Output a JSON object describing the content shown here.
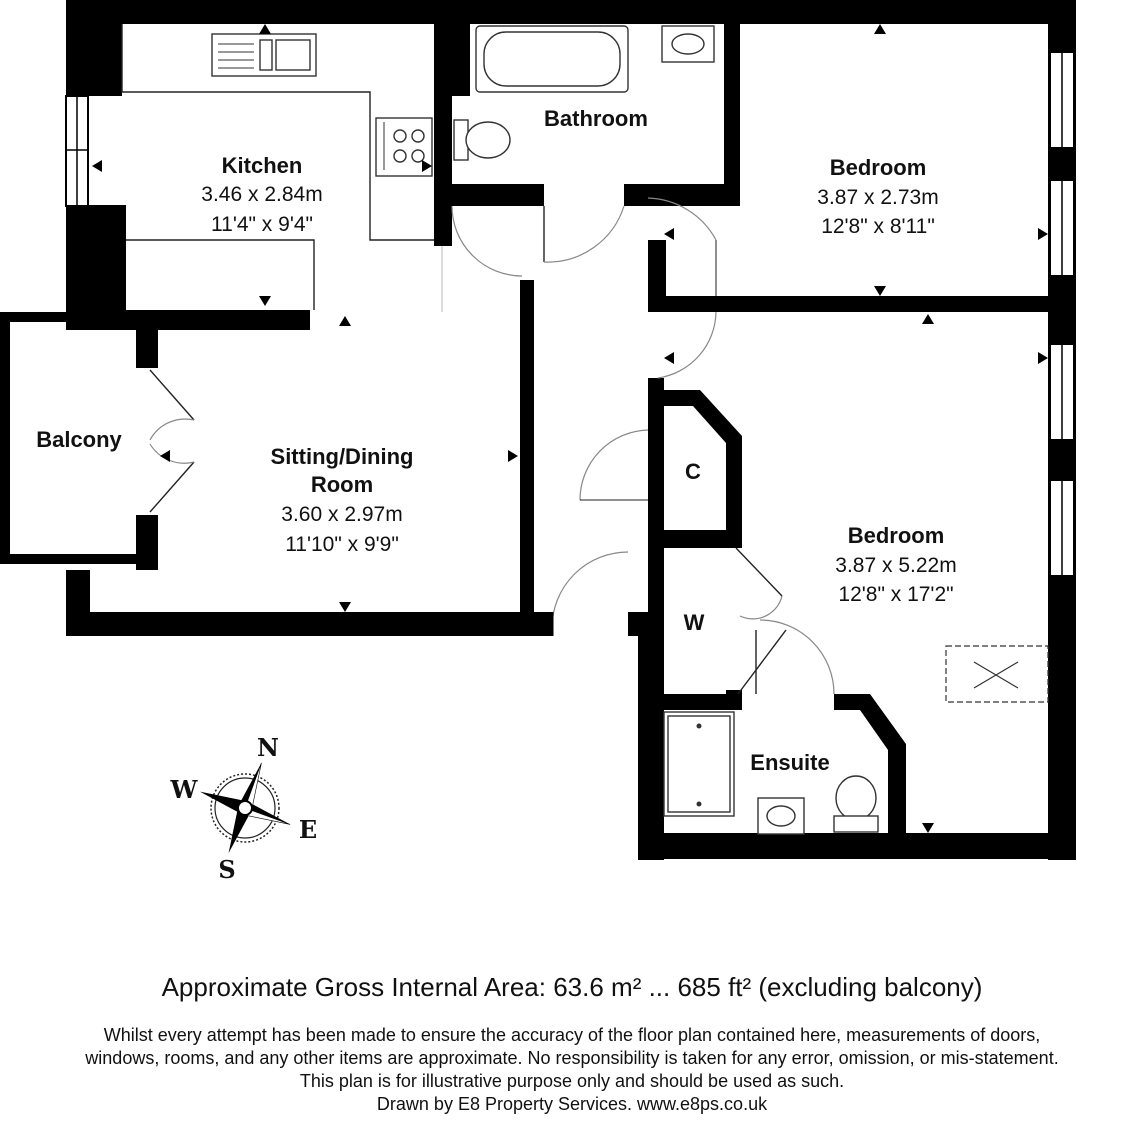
{
  "rooms": {
    "kitchen": {
      "name": "Kitchen",
      "metric": "3.46 x 2.84m",
      "imperial": "11'4\" x 9'4\""
    },
    "bathroom": {
      "name": "Bathroom"
    },
    "bedroom1": {
      "name": "Bedroom",
      "metric": "3.87 x 2.73m",
      "imperial": "12'8\" x 8'11\""
    },
    "balcony": {
      "name": "Balcony"
    },
    "sitting": {
      "name_line1": "Sitting/Dining",
      "name_line2": "Room",
      "metric": "3.60 x 2.97m",
      "imperial": "11'10\" x 9'9\""
    },
    "cupboard": {
      "name": "C"
    },
    "bedroom2": {
      "name": "Bedroom",
      "metric": "3.87 x 5.22m",
      "imperial": "12'8\" x 17'2\""
    },
    "wardrobe": {
      "name": "W"
    },
    "ensuite": {
      "name": "Ensuite"
    }
  },
  "compass": {
    "north": "N",
    "south": "S",
    "east": "E",
    "west": "W"
  },
  "footer": {
    "area": "Approximate Gross Internal Area: 63.6 m² ... 685 ft² (excluding balcony)",
    "disclaimer_1": "Whilst every attempt has been made to ensure the accuracy of the floor plan contained here, measurements of doors,",
    "disclaimer_2": "windows, rooms, and any other items are approximate. No responsibility is taken for any error, omission, or mis-statement.",
    "disclaimer_3": "This plan is for illustrative purpose only and should be used as such.",
    "credit": "Drawn by E8 Property Services. www.e8ps.co.uk"
  }
}
